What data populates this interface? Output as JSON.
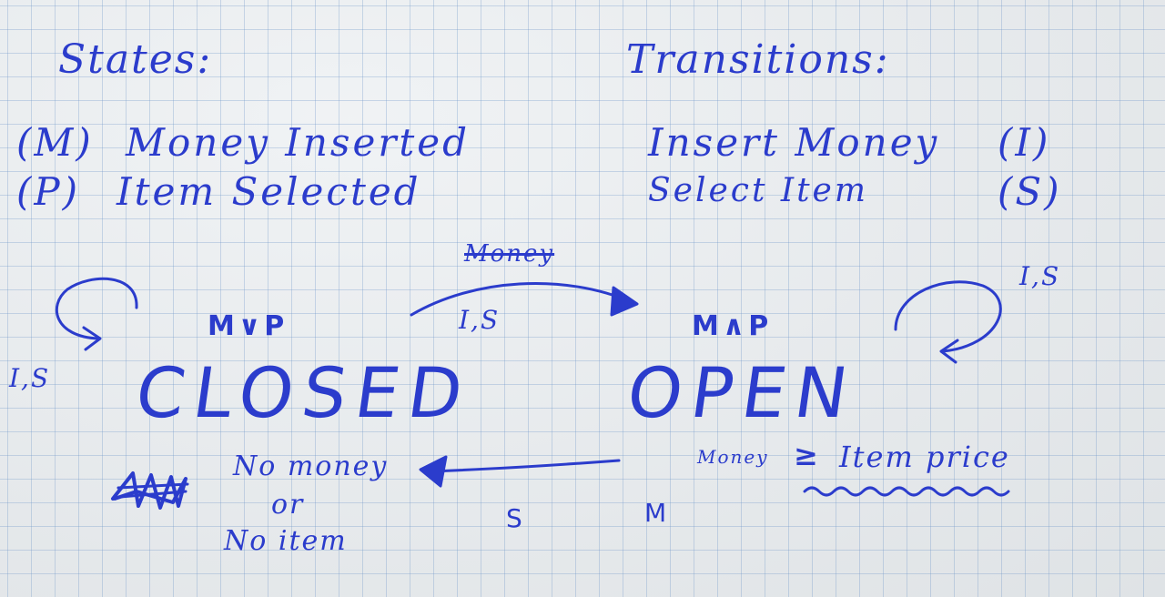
{
  "states_heading": "States:",
  "transitions_heading": "Transitions:",
  "state_legend": [
    {
      "key": "(M)",
      "label": "Money Inserted"
    },
    {
      "key": "(P)",
      "label": "Item Selected"
    }
  ],
  "transition_legend": [
    {
      "label": "Insert Money",
      "key": "(I)"
    },
    {
      "label": "Select Item",
      "key": "(S)"
    }
  ],
  "closed_state": {
    "name": "CLOSED",
    "condition": "M∨P",
    "self_loop_label": "I,S",
    "note_line1": "No money",
    "note_line2": "or",
    "note_line3": "No item"
  },
  "open_state": {
    "name": "OPEN",
    "condition": "M∧P",
    "self_loop_label": "I,S",
    "note_left": "Money",
    "note_symbol": "≥",
    "note_right": "Item price"
  },
  "closed_to_open": {
    "crossed_out_label": "Money",
    "label": "I,S"
  },
  "open_to_closed": {
    "label": "S",
    "extra_label": "M"
  },
  "ink_color": "#2b3ccc"
}
